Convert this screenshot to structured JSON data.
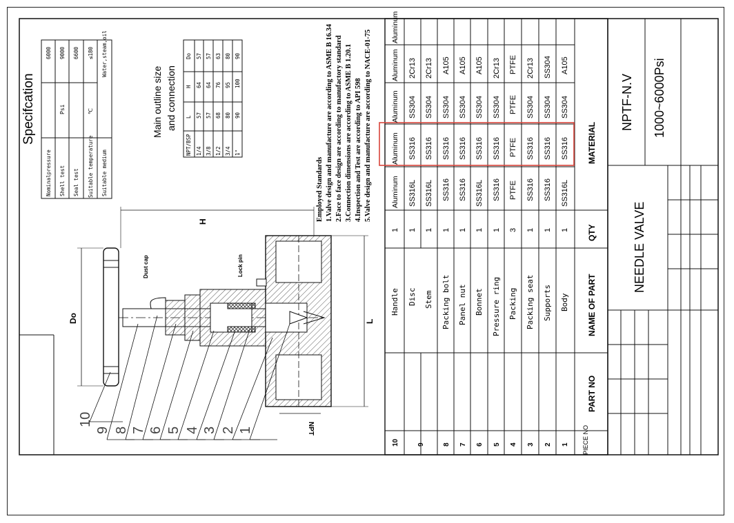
{
  "spec": {
    "title": "Specifcation",
    "rows": [
      {
        "label": "Nominalpressure",
        "value": "6000"
      },
      {
        "label": "Shell test",
        "value": "9000"
      },
      {
        "label": "Seal test",
        "value": "6600"
      },
      {
        "label": "Suitable temperature",
        "value": "≤180"
      },
      {
        "label": "Suitable medium",
        "value": "Water,steam,oil"
      }
    ],
    "unit_psi": "Psi",
    "unit_temp": "℃"
  },
  "outline": {
    "title_line1": "Main outline size",
    "title_line2": "and connection",
    "headers": [
      "NPT/BSP",
      "L",
      "H",
      "Do"
    ],
    "rows": [
      [
        "1/4",
        "57",
        "64",
        "57"
      ],
      [
        "3/8",
        "57",
        "64",
        "57"
      ],
      [
        "1/2",
        "68",
        "76",
        "63"
      ],
      [
        "3/4",
        "80",
        "95",
        "80"
      ],
      [
        "1\"",
        "90",
        "100",
        "90"
      ]
    ]
  },
  "standards": {
    "title": "Employed Standards",
    "lines": [
      "1.Valve design and manufacture are according to ASME B 16.34",
      "2.Face to face design are according to manufactory standard",
      "3.Connection dimensions are according to ASME B 1.20.1",
      "4.Inspection and Test are according to API 598",
      "5.Valve design and manufacture are according to NACE-01-75"
    ]
  },
  "drawing": {
    "dim_h": "H",
    "dim_do": "Do",
    "dim_l": "L",
    "dim_npt": "NPT",
    "dust_cap": "Dust cap",
    "lock_pin": "Lock pin",
    "balloons": [
      "10",
      "9",
      "8",
      "7",
      "6",
      "5",
      "4",
      "3",
      "2",
      "1"
    ]
  },
  "bom": {
    "header_piece": "PIECE NO",
    "header_part": "PART NO",
    "header_name": "NAME OF PART",
    "header_qty": "QTY",
    "header_material": "MATERIAL",
    "rows": [
      {
        "no": "10",
        "name": "Handle",
        "qty": "1",
        "m": [
          "Aluminum",
          "Aluminum",
          "Aluminum",
          "Aluminum",
          "Aluminum"
        ]
      },
      {
        "no": "9",
        "name": "Disc",
        "qty": "1",
        "m": [
          "SS316L",
          "SS316",
          "SS304",
          "2Cr13"
        ]
      },
      {
        "no": "9",
        "name": "Stem",
        "qty": "1",
        "m": [
          "SS316L",
          "SS316",
          "SS304",
          "2Cr13"
        ]
      },
      {
        "no": "8",
        "name": "Packing bolt",
        "qty": "1",
        "m": [
          "SS316",
          "SS316",
          "SS304",
          "A105"
        ]
      },
      {
        "no": "7",
        "name": "Panel nut",
        "qty": "1",
        "m": [
          "SS316",
          "SS316",
          "SS304",
          "A105"
        ]
      },
      {
        "no": "6",
        "name": "Bonnet",
        "qty": "1",
        "m": [
          "SS316L",
          "SS316",
          "SS304",
          "A105"
        ]
      },
      {
        "no": "5",
        "name": "Pressure ring",
        "qty": "1",
        "m": [
          "SS316",
          "SS316",
          "SS304",
          "2Cr13"
        ]
      },
      {
        "no": "4",
        "name": "Packing",
        "qty": "3",
        "m": [
          "PTFE",
          "PTFE",
          "PTFE",
          "PTFE"
        ]
      },
      {
        "no": "3",
        "name": "Packing seat",
        "qty": "1",
        "m": [
          "SS316",
          "SS316",
          "SS304",
          "2Cr13"
        ]
      },
      {
        "no": "2",
        "name": "Supports",
        "qty": "1",
        "m": [
          "SS316",
          "SS316",
          "SS304",
          "SS304"
        ]
      },
      {
        "no": "1",
        "name": "Body",
        "qty": "1",
        "m": [
          "SS316L",
          "SS316",
          "SS304",
          "A105"
        ]
      }
    ]
  },
  "title_block": {
    "model": "NPTF-N.V",
    "name": "NEEDLE VALVE",
    "pressure": "1000~6000Psi"
  },
  "colors": {
    "line": "#1a1a1a",
    "highlight": "#d9443a",
    "hatch": "#555555"
  }
}
